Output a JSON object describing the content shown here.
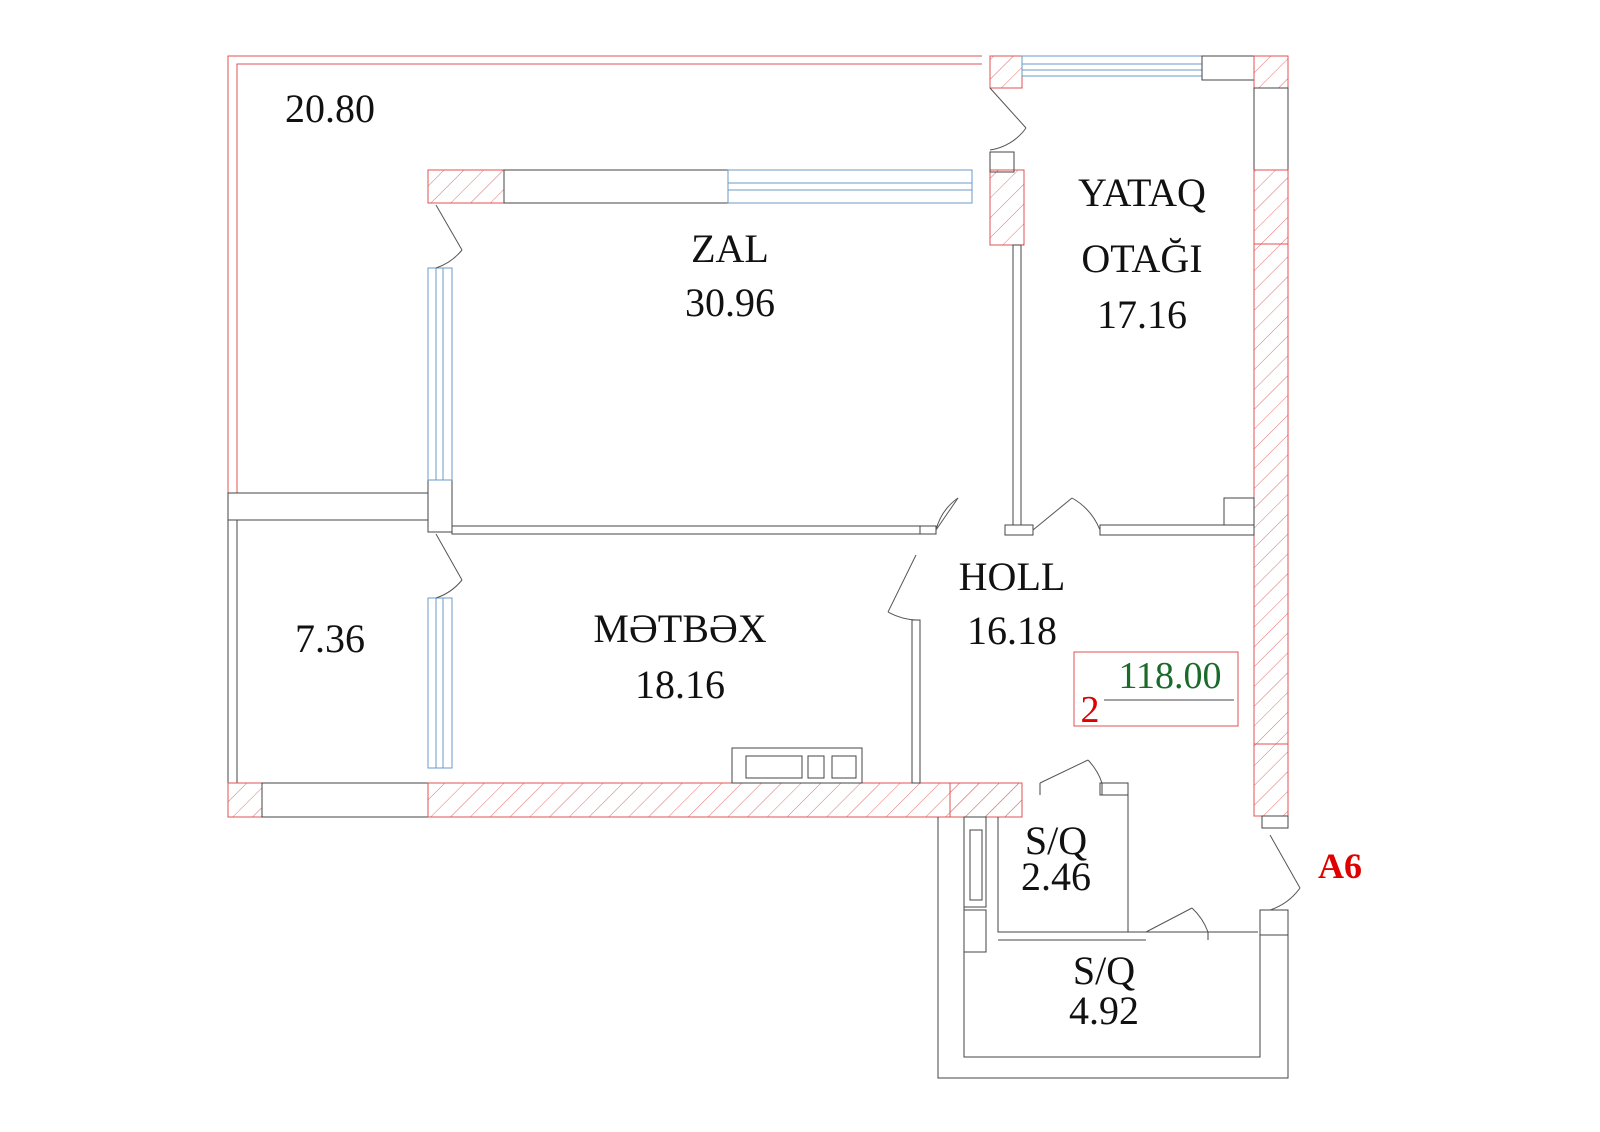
{
  "rooms": {
    "balcony_big": {
      "area": "20.80"
    },
    "zal": {
      "name": "ZAL",
      "area": "30.96"
    },
    "yataq": {
      "name_line1": "YATAQ",
      "name_line2": "OTAĞI",
      "area": "17.16"
    },
    "balcony_small": {
      "area": "7.36"
    },
    "metbex": {
      "name": "MƏTBƏX",
      "area": "18.16"
    },
    "holl": {
      "name": "HOLL",
      "area": "16.18"
    },
    "sq1": {
      "name": "S/Q",
      "area": "2.46"
    },
    "sq2": {
      "name": "S/Q",
      "area": "4.92"
    }
  },
  "summary": {
    "room_count": "2",
    "total_area": "118.00"
  },
  "apartment_code": "A6",
  "colors": {
    "wall_outline": "#e05050",
    "hatch": "#e07070",
    "line": "#444444",
    "total_area": "#1a6b2a",
    "code": "#e00000"
  }
}
